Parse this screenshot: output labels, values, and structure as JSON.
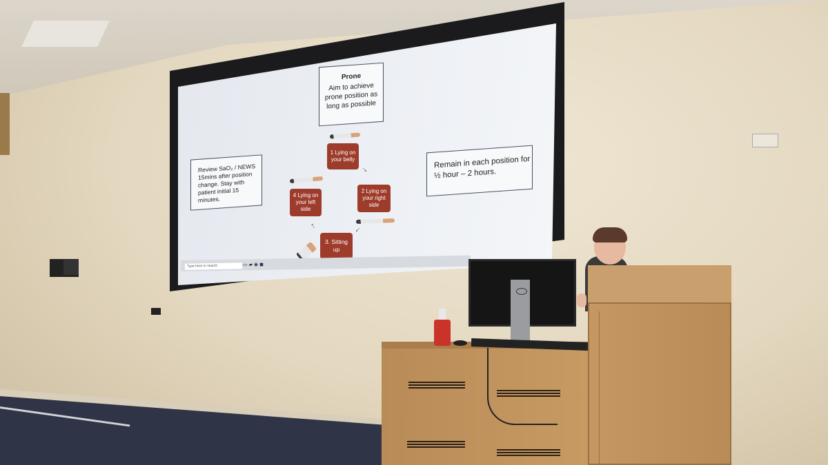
{
  "slide": {
    "prone_title": "Prone",
    "prone_text": "Aim to achieve prone position as long as possible",
    "review_text": "Review SaO₂ / NEWS 15mins after position change. Stay with patient initial 15 minutes.",
    "remain_text": "Remain in each position for ½ hour – 2 hours.",
    "steps": [
      "1 Lying on your belly",
      "2 Lying on your right side",
      "3. Sitting up",
      "4 Lying on your left side"
    ]
  },
  "taskbar": {
    "search_placeholder": "Type here to search"
  },
  "colors": {
    "step_box": "#9e3c2c",
    "wall": "#e3d7bf",
    "lectern": "#c59763"
  },
  "icons": [
    "windows-start-icon",
    "task-view-icon",
    "file-explorer-icon",
    "edge-icon",
    "powerpoint-icon"
  ]
}
